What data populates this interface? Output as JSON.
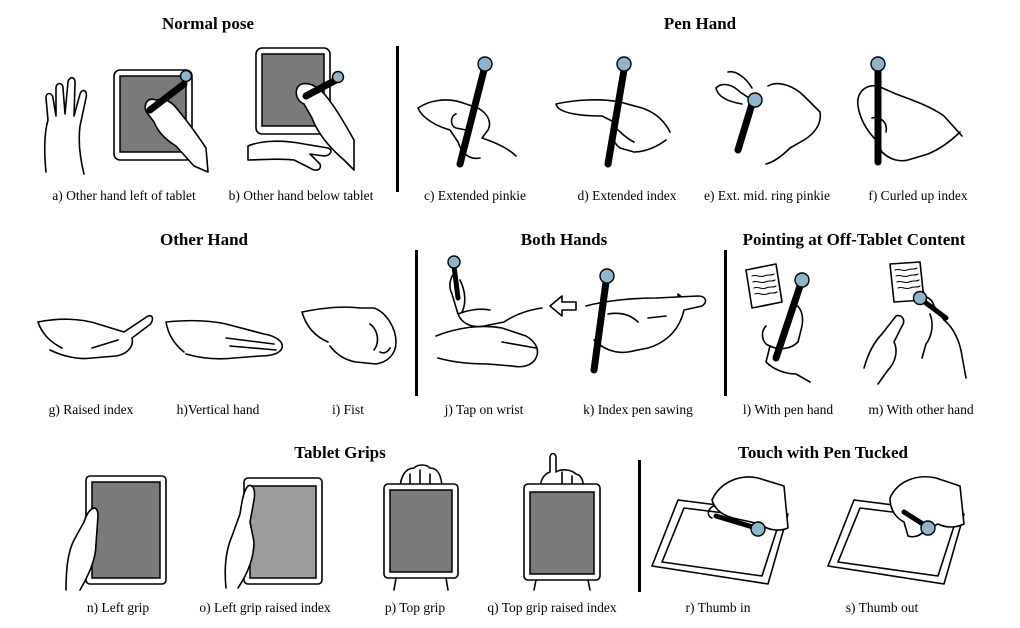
{
  "headings": {
    "normal_pose": "Normal pose",
    "pen_hand": "Pen Hand",
    "other_hand": "Other Hand",
    "both_hands": "Both Hands",
    "pointing": "Pointing at Off-Tablet Content",
    "tablet_grips": "Tablet Grips",
    "touch_pen_tucked": "Touch with Pen Tucked"
  },
  "captions": {
    "a": "a) Other hand left of tablet",
    "b": "b) Other hand below tablet",
    "c": "c) Extended pinkie",
    "d": "d) Extended index",
    "e": "e) Ext. mid. ring pinkie",
    "f": "f) Curled up index",
    "g": "g) Raised index",
    "h": "h)Vertical hand",
    "i": "i) Fist",
    "j": "j) Tap on wrist",
    "k": "k) Index pen sawing",
    "l": "l)  With pen hand",
    "m": "m) With other hand",
    "n": "n) Left grip",
    "o": "o) Left grip raised index",
    "p": "p) Top grip",
    "q": "q) Top grip raised index",
    "r": "r) Thumb in",
    "s": "s) Thumb out"
  },
  "colors": {
    "pen_tip": "#8fb4cc",
    "tablet_screen": "#7a7a7a",
    "arrow": "#d43a2a"
  },
  "icons": {
    "pen": "stylus-pen-icon",
    "tablet": "tablet-icon",
    "hand": "hand-icon",
    "arrow": "direction-arrow-icon",
    "paper": "paper-note-icon"
  }
}
